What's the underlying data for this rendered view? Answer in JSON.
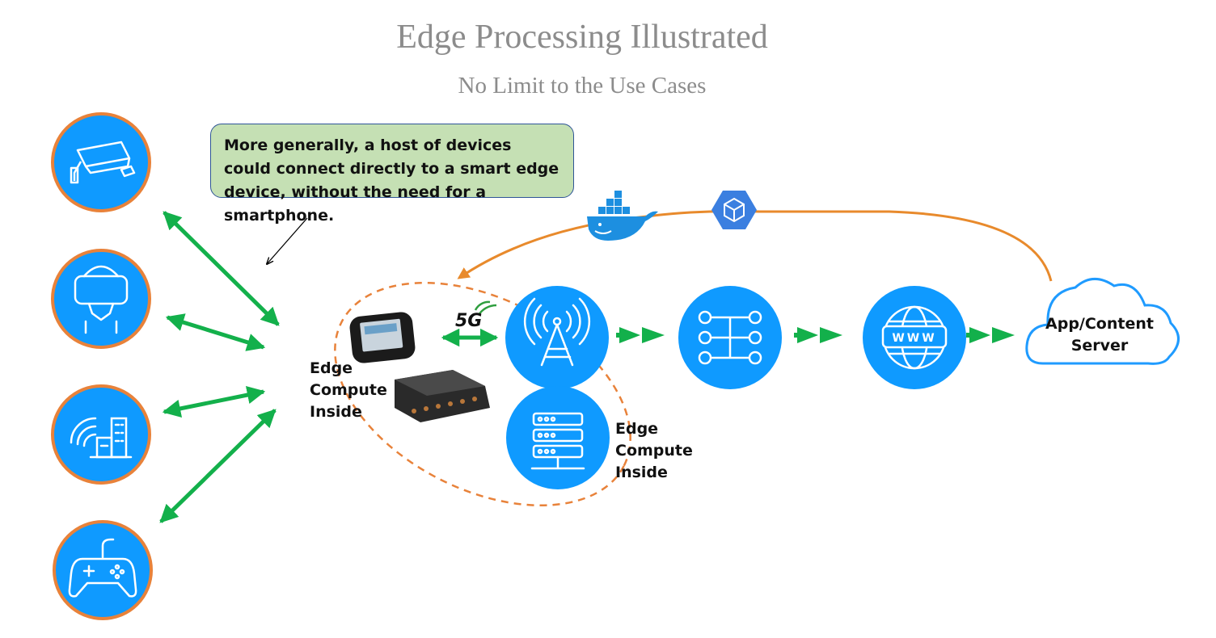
{
  "title": "Edge Processing Illustrated",
  "subtitle": "No Limit to the Use Cases",
  "callout": "More generally, a host of devices could connect directly to a smart edge device, without the need for a smartphone.",
  "edge_label_left": [
    "Edge",
    "Compute",
    "Inside"
  ],
  "edge_label_right": [
    "Edge",
    "Compute",
    "Inside"
  ],
  "cloud_label": [
    "App/Content",
    "Server"
  ],
  "badge_5g": "5G",
  "www_label": "WWW",
  "devices": [
    {
      "name": "security-camera",
      "icon": "cctv-camera-icon"
    },
    {
      "name": "vr-headset",
      "icon": "vr-headset-icon"
    },
    {
      "name": "smart-city",
      "icon": "smart-building-wireless-icon"
    },
    {
      "name": "game-controller",
      "icon": "gamepad-icon"
    }
  ],
  "colors": {
    "circle_fill": "#0f9aff",
    "device_ring": "#e8823a",
    "arrow_green": "#13b04b",
    "orange_arc": "#e88a2c",
    "dashed_ellipse": "#e8823a",
    "cloud_stroke": "#1f9bff",
    "callout_fill": "#c5e0b4",
    "callout_border": "#2f5597"
  }
}
